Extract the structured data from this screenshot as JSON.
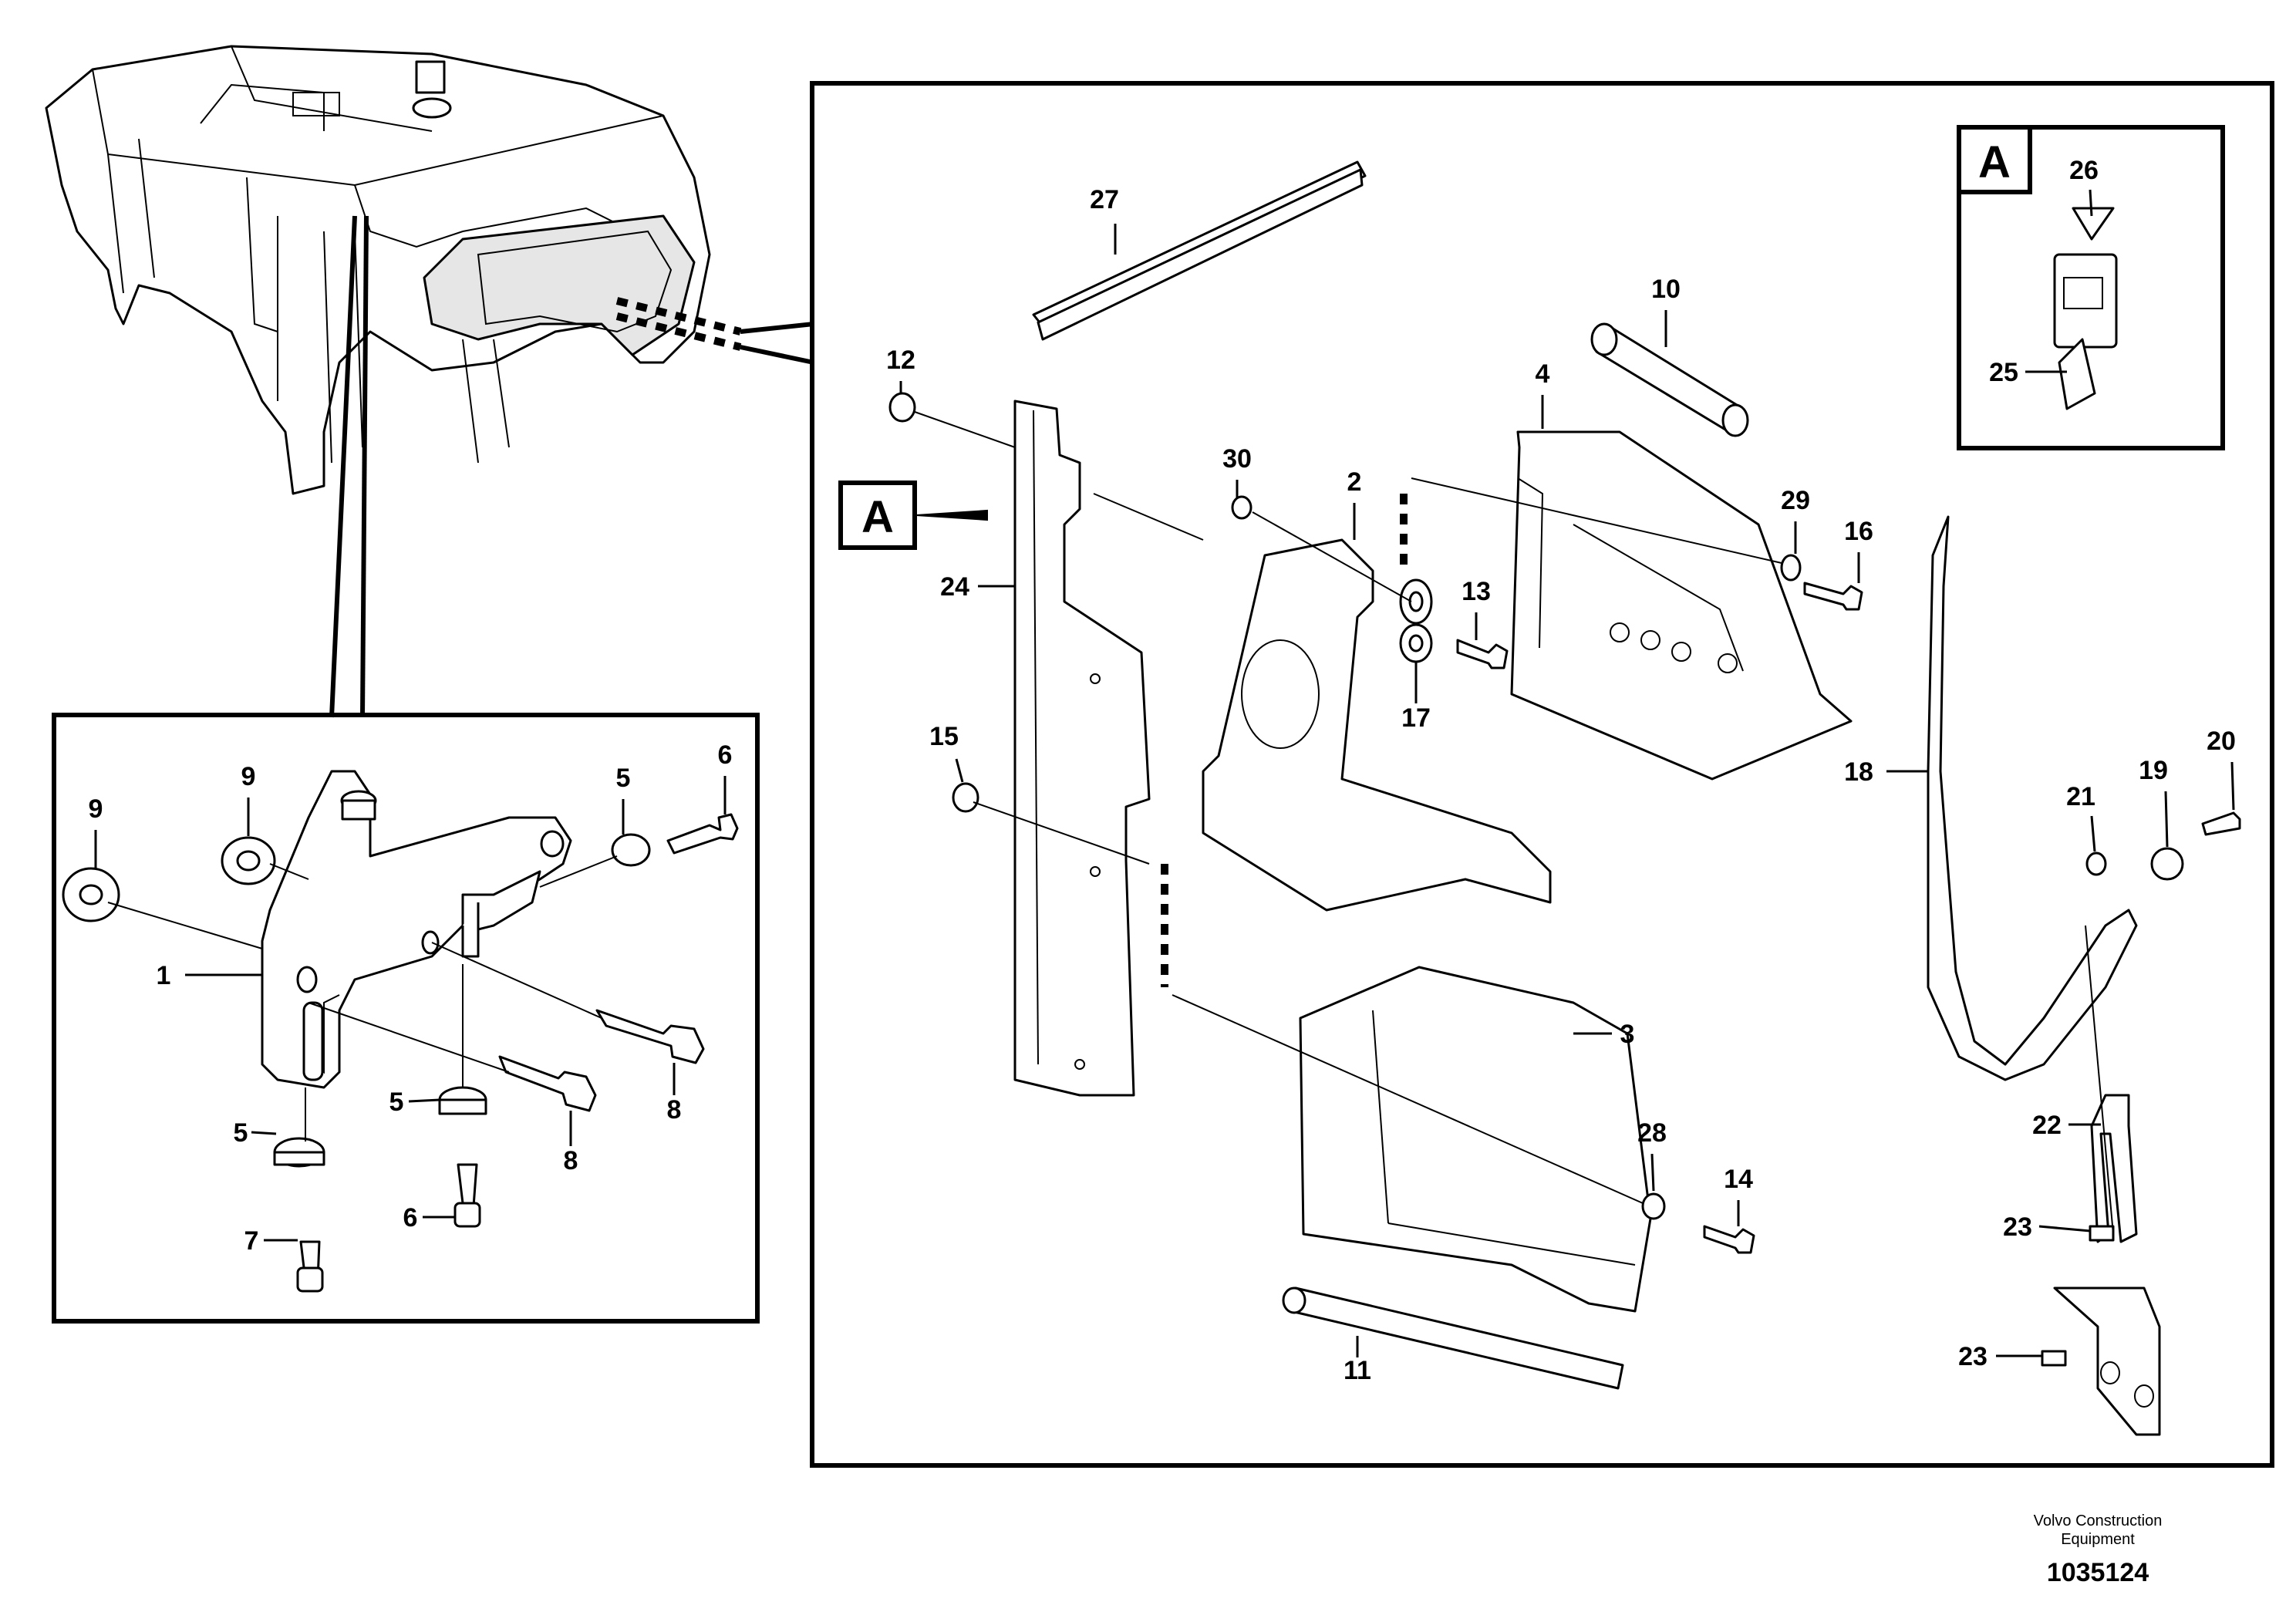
{
  "detail_marker": "A",
  "callouts": {
    "c1": "1",
    "c2": "2",
    "c3": "3",
    "c4": "4",
    "c5a": "5",
    "c5b": "5",
    "c5c": "5",
    "c6a": "6",
    "c6b": "6",
    "c7": "7",
    "c8a": "8",
    "c8b": "8",
    "c9a": "9",
    "c9b": "9",
    "c10": "10",
    "c11": "11",
    "c12": "12",
    "c13": "13",
    "c14": "14",
    "c15": "15",
    "c16": "16",
    "c17": "17",
    "c18": "18",
    "c19": "19",
    "c20": "20",
    "c21": "21",
    "c22": "22",
    "c23a": "23",
    "c23b": "23",
    "c24": "24",
    "c25": "25",
    "c26": "26",
    "c27": "27",
    "c28": "28",
    "c29": "29",
    "c30": "30"
  },
  "footer": {
    "brand_line1": "Volvo Construction",
    "brand_line2": "Equipment",
    "document_number": "1035124"
  }
}
